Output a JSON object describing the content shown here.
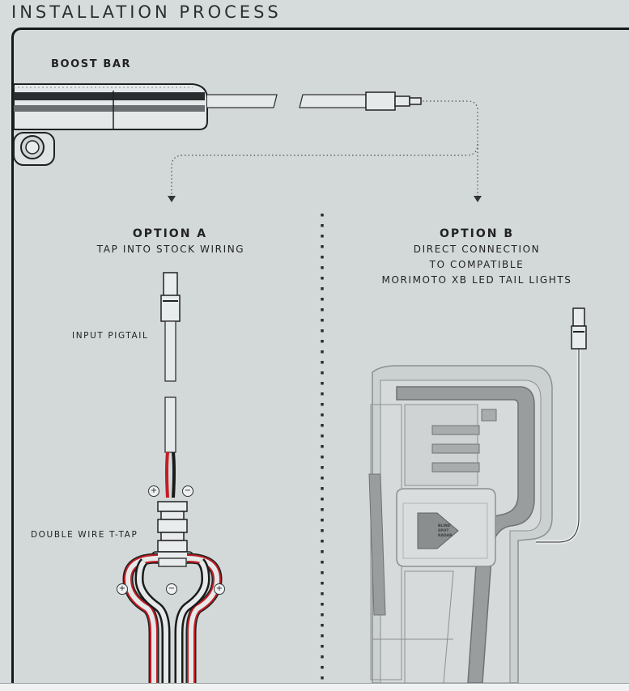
{
  "page_title": "INSTALLATION PROCESS",
  "boost_bar_label": "BOOST BAR",
  "option_a": {
    "title": "OPTION A",
    "subtitle": "TAP INTO STOCK WIRING",
    "input_pigtail_label": "INPUT PIGTAIL",
    "t_tap_label": "DOUBLE WIRE T-TAP"
  },
  "option_b": {
    "title": "OPTION B",
    "subtitle_lines": [
      "DIRECT CONNECTION",
      "TO COMPATIBLE",
      "MORIMOTO XB LED TAIL LIGHTS"
    ]
  },
  "polarity": {
    "positive": "+",
    "negative": "−"
  },
  "tail_light_badge": [
    "BLIND",
    "SPOT",
    "RADAR"
  ],
  "colors": {
    "positive_wire": "#c41d24",
    "negative_wire": "#1a1a1a",
    "tail_light": "#9a9d9e",
    "background": "#d6dcdc"
  }
}
